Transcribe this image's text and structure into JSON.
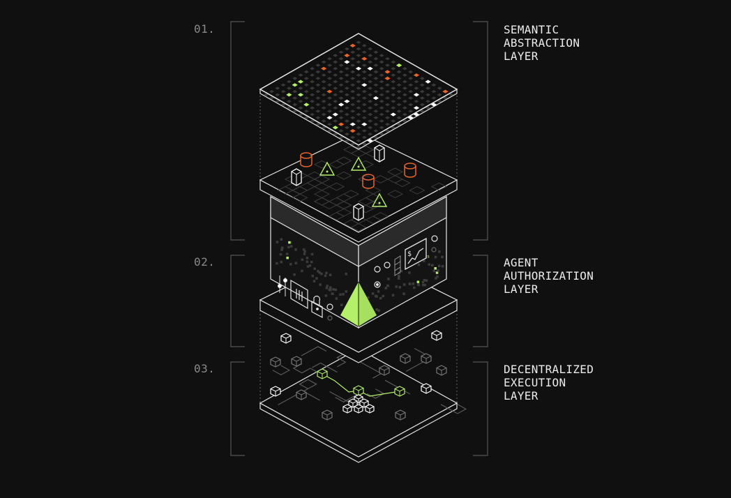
{
  "layers": [
    {
      "number": "01.",
      "title": "SEMANTIC\nABSTRACTION\nLAYER"
    },
    {
      "number": "02.",
      "title": "AGENT\nAUTHORIZATION\nLAYER"
    },
    {
      "number": "03.",
      "title": "DECENTRALIZED\nEXECUTION\nLAYER"
    }
  ],
  "colors": {
    "background": "#101010",
    "line": "#e6e6e6",
    "accent_green": "#b4f06a",
    "accent_orange": "#e8652a",
    "muted": "#3a3a3a"
  },
  "icons": [
    "dollar-chart-icon",
    "lock-icon",
    "power-icon",
    "slider-icon",
    "cube-icon",
    "pyramid-icon",
    "cylinder-icon"
  ]
}
